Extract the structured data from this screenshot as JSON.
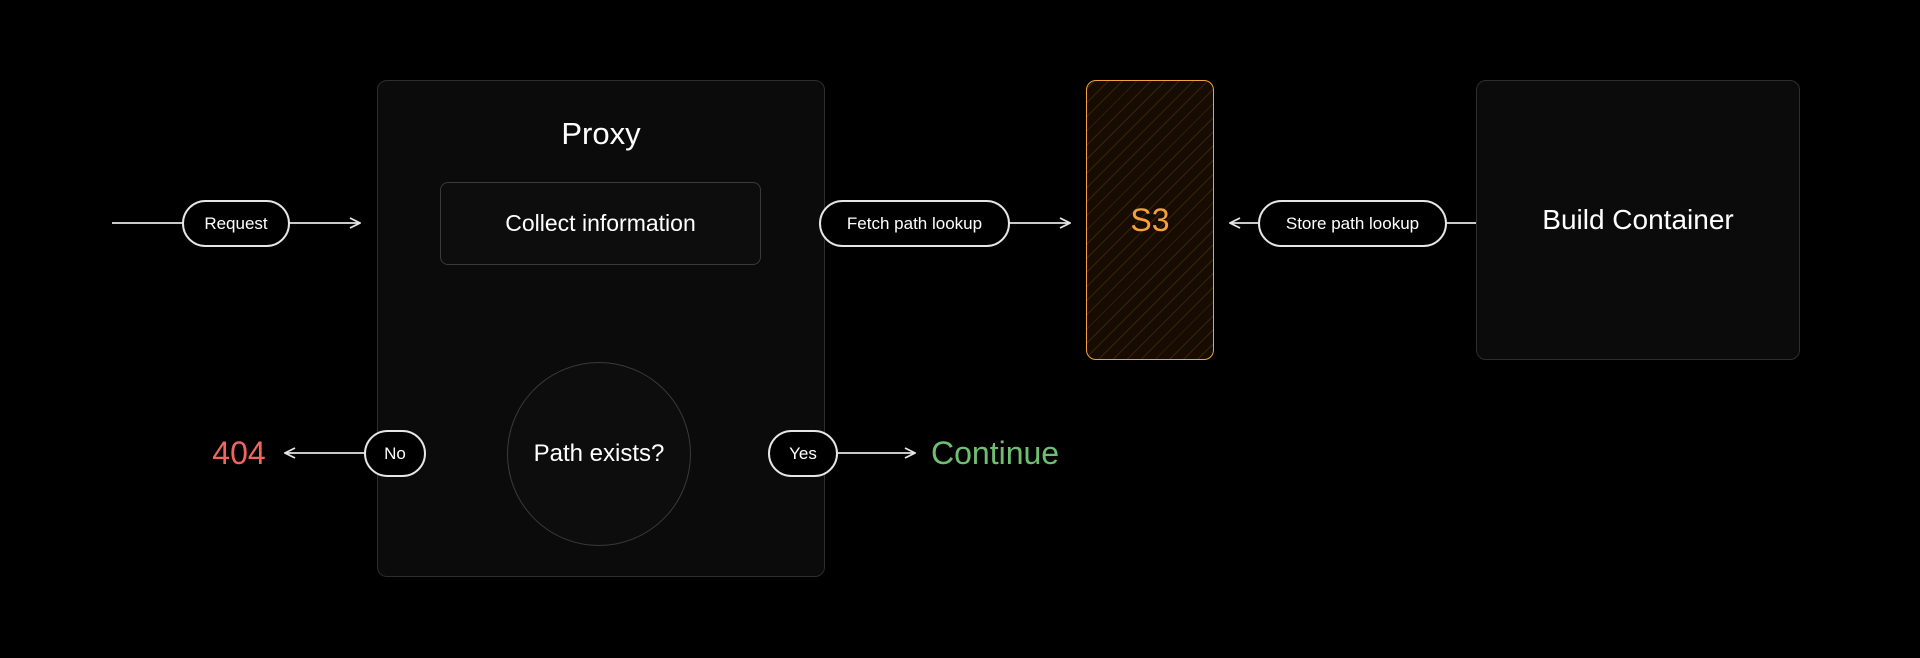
{
  "proxy": {
    "title": "Proxy",
    "collect": "Collect information",
    "decision": "Path exists?"
  },
  "labels": {
    "request": "Request",
    "fetch": "Fetch path lookup",
    "store": "Store path lookup",
    "no": "No",
    "yes": "Yes"
  },
  "nodes": {
    "s3": "S3",
    "build": "Build Container",
    "not_found": "404",
    "continue": "Continue"
  },
  "colors": {
    "s3": "#f5a03a",
    "not_found": "#f0655f",
    "continue": "#6fbf73",
    "line": "#e6e6e6"
  }
}
